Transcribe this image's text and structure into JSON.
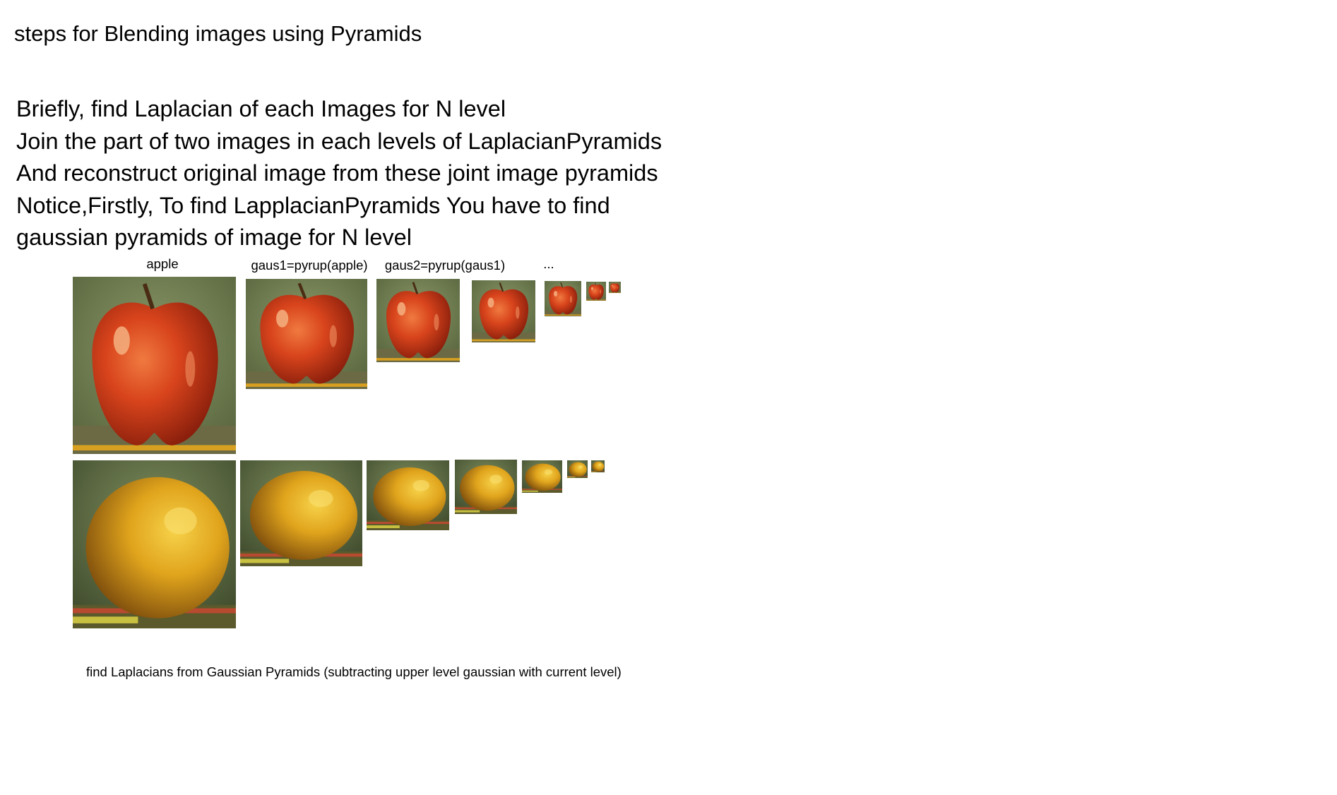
{
  "page": {
    "title": "steps for Blending images using Pyramids",
    "notes": [
      "Briefly,  find Laplacian of each Images for N level",
      "Join the part of two images in each levels of LaplacianPyramids",
      "And reconstruct original image from these joint image pyramids",
      "Notice,Firstly, To find LapplacianPyramids You have to find",
      "gaussian pyramids of image for N level"
    ],
    "labels": {
      "apple": "apple",
      "gaus1": "gaus1=pyrup(apple)",
      "gaus2": "gaus2=pyrup(gaus1)",
      "more": "..."
    },
    "footer": "find Laplacians from Gaussian Pyramids (subtracting upper level gaussian with current level)"
  },
  "pyramids": {
    "apple_levels": 7,
    "orange_levels": 7
  },
  "colors": {
    "apple_red": "#d8441c",
    "apple_highlight": "#f0a070",
    "orange_yellow": "#e8b020",
    "background_green": "#6f7f52",
    "text": "#000000"
  }
}
